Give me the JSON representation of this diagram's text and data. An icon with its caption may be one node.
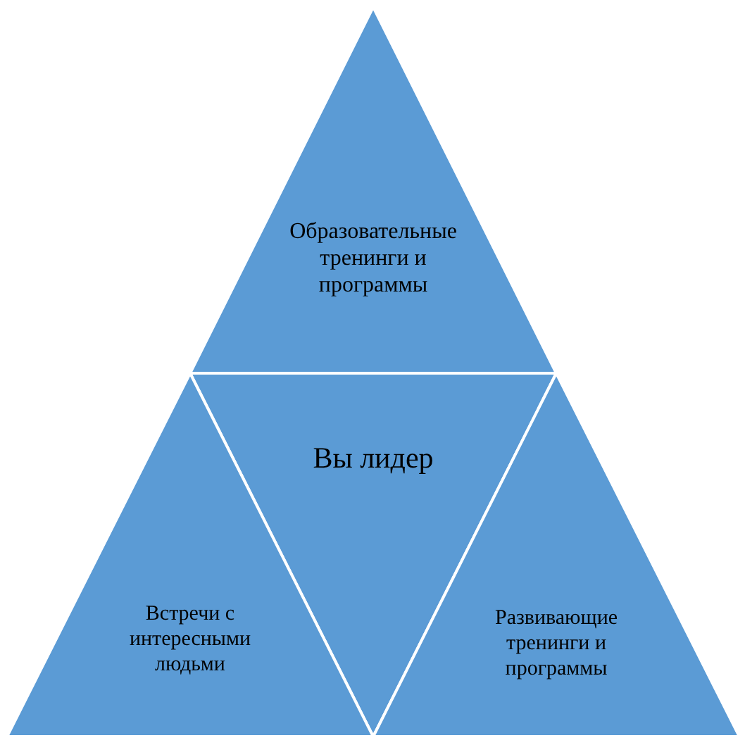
{
  "diagram": {
    "nodes": [
      {
        "text": [
          "Образовательные тренинги и программы"
        ]
      },
      {
        "text": [
          "Вы лидер"
        ]
      },
      {
        "text": [
          "Встречи с интересными людьми"
        ]
      },
      {
        "text": [
          "Развивающие тренинги и программы"
        ]
      }
    ]
  }
}
